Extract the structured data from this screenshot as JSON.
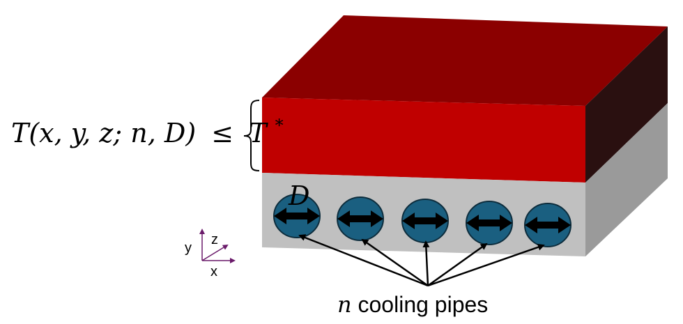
{
  "equation": {
    "lhs": "T(x, y, z; n, D)",
    "op": "≤",
    "rhs": "T",
    "rhs_sup": "*"
  },
  "diameter_label": "D",
  "caption": {
    "variable": "n",
    "text": " cooling pipes"
  },
  "axes": {
    "y_label": "y",
    "z_label": "z",
    "x_label": "x"
  },
  "pipes_count": 5,
  "colors": {
    "top_face": "#8b0000",
    "front_red": "#c00000",
    "right_dark": "#2a1010",
    "front_gray": "#c0c0c0",
    "right_gray": "#9a9a9a",
    "pipe_fill": "#1a5f80",
    "axis_color": "#6a1a6a"
  }
}
